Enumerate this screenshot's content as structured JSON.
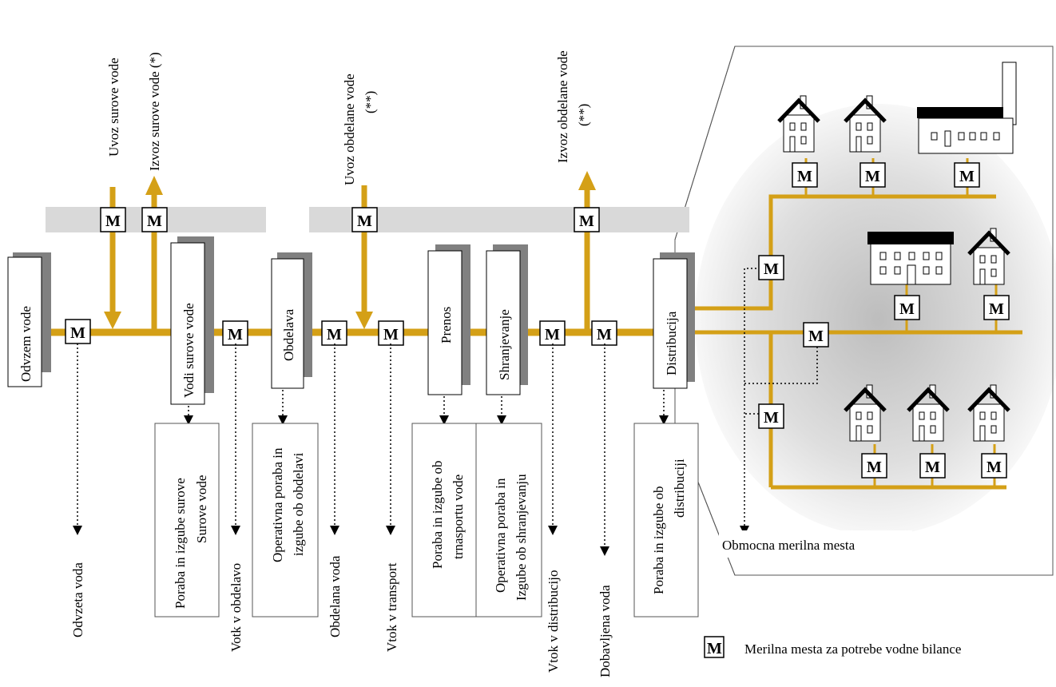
{
  "colors": {
    "pipe": "#d4a017",
    "shadow": "#808080",
    "band": "#d9d9d9",
    "outline": "#000000",
    "zone_shade": "#b8b8b8"
  },
  "meter_symbol": "M",
  "stages": {
    "odvzem": "Odvzem vode",
    "vodi_surove": "Vodi surove vode",
    "obdelava": "Obdelava",
    "prenos": "Prenos",
    "shranjevanje": "Shranjevanje",
    "distribucija": "Distribucija"
  },
  "top_flows": {
    "uvoz_surove": "Uvoz surove vode",
    "izvoz_surove": "Izvoz surove vode (*)",
    "uvoz_obdelane_1": "Uvoz obdelane vode",
    "uvoz_obdelane_2": "(**)",
    "izvoz_obdelane_1": "Izvoz obdelane vode",
    "izvoz_obdelane_2": "(**)"
  },
  "losses": {
    "surove_1": "Poraba in izgube surove",
    "surove_2": "Surove vode",
    "obdelava_1": "Operativna poraba in",
    "obdelava_2": "izgube ob obdelavi",
    "prenos_1": "Poraba in izgube ob",
    "prenos_2": "trnasportu vode",
    "shranjevanje_1": "Operativna poraba in",
    "shranjevanje_2": "Izgube ob shranjevanju",
    "distribucija_1": "Poraba in izgube ob",
    "distribucija_2": "distribuciji"
  },
  "bottom_labels": {
    "odvzeta": "Odvzeta voda",
    "votk": "Votk v obdelavo",
    "obdelana": "Obdelana voda",
    "vtok_transport": "Vtok v transport",
    "vtok_distribucijo": "Vtok v distribucijo",
    "dobavljena": "Dobavljena voda"
  },
  "zone_label": "Obmocna merilna mesta",
  "legend_text": "Merilna mesta za potrebe vodne bilance"
}
